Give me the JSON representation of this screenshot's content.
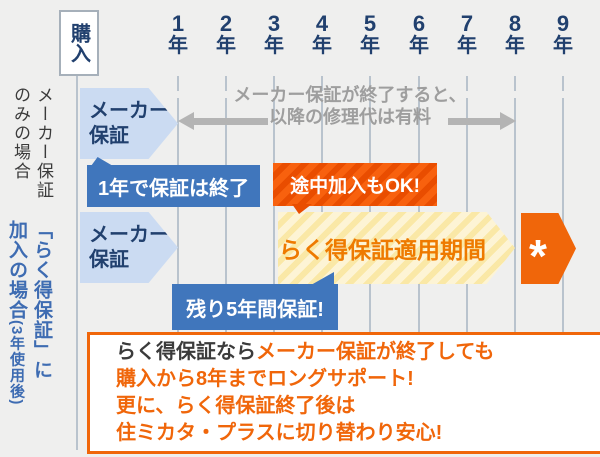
{
  "colors": {
    "background": "#efefee",
    "navy": "#21406e",
    "light_blue": "#cbdbf2",
    "blue": "#4076bc",
    "gridline": "#b9c3cd",
    "gray": "#9e9e9e",
    "arrow_gray": "#b4b4b4",
    "orange": "#f0660a",
    "stripe_orange_light": "#f8610e",
    "stripe_orange_dark": "#e94d00",
    "stripe_yellow_light": "#fdf4d5",
    "stripe_yellow_dark": "#fae8a6",
    "period_text": "#ee7a00"
  },
  "timeline": {
    "purchase_label": "購入",
    "year_suffix": "年",
    "years": [
      "1",
      "2",
      "3",
      "4",
      "5",
      "6",
      "7",
      "8",
      "9"
    ]
  },
  "sidebar": {
    "case1_line1": "メーカー保証",
    "case1_line2": "のみの場合",
    "case2_line1": "「らく得保証」に",
    "case2_line2": "加入の場合",
    "case2_note": "(3年使用後)"
  },
  "row1": {
    "maker_warranty_line1": "メーカー",
    "maker_warranty_line2": "保証",
    "note_line1": "メーカー保証が終了すると、",
    "note_line2": "以降の修理代は有料",
    "callout_end": "1年で保証は終了"
  },
  "row2": {
    "maker_warranty_line1": "メーカー",
    "maker_warranty_line2": "保証",
    "callout_midway": "途中加入もOK!",
    "period_label": "らく得保証適用期間",
    "asterisk": "*",
    "callout_remaining": "残り5年間保証!"
  },
  "footer": {
    "line1_dark": "らく得保証なら",
    "line1_orange": "メーカー保証が終了しても",
    "line2": "購入から8年までロングサポート!",
    "line3": "更に、らく得保証終了後は",
    "line4": "住ミカタ・プラスに切り替わり安心!"
  }
}
